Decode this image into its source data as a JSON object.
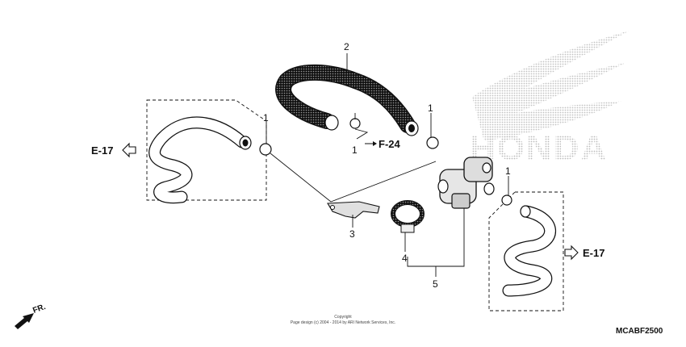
{
  "callouts": {
    "c1": "1",
    "c2": "2",
    "c3": "3",
    "c4": "4",
    "c5": "5"
  },
  "refs": {
    "e17_left": "E-17",
    "e17_right": "E-17",
    "f24": "F-24"
  },
  "front_label": "FR.",
  "copyright": {
    "line1": "Copyright",
    "line2": "Page design (c) 2004 - 2014 by ARI Network Services, Inc."
  },
  "diagram_code": "MCABF2500",
  "brand_text": "HONDA",
  "colors": {
    "line": "#111111",
    "watermark": "#c8c8c8",
    "hose_fill": "#ececec"
  },
  "icons": [
    "arrow-outline-left-icon",
    "arrow-outline-right-icon",
    "front-direction-arrow-icon",
    "honda-wing-logo-icon"
  ]
}
